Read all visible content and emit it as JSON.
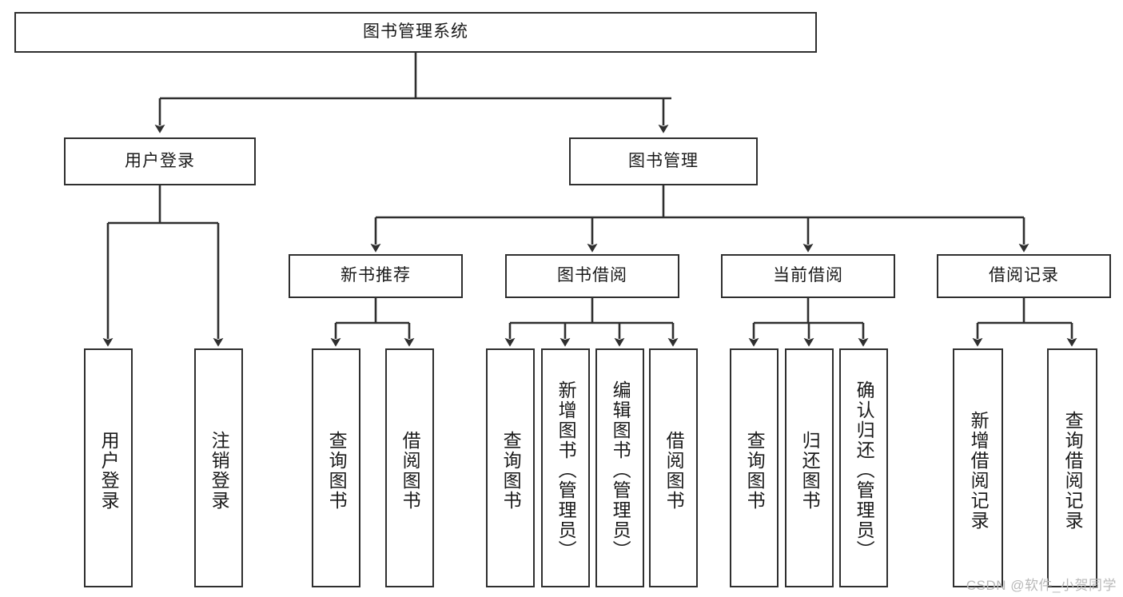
{
  "diagram": {
    "title": "图书管理系统",
    "type": "tree-hierarchy-diagram",
    "root": {
      "id": "root",
      "label": "图书管理系统"
    },
    "level2": [
      {
        "id": "user-login",
        "label": "用户登录"
      },
      {
        "id": "book-manage",
        "label": "图书管理"
      }
    ],
    "level3": [
      {
        "id": "new-book-recommend",
        "label": "新书推荐",
        "parent": "book-manage"
      },
      {
        "id": "book-borrow",
        "label": "图书借阅",
        "parent": "book-manage"
      },
      {
        "id": "current-borrow",
        "label": "当前借阅",
        "parent": "book-manage"
      },
      {
        "id": "borrow-record",
        "label": "借阅记录",
        "parent": "book-manage"
      }
    ],
    "leaves": [
      {
        "id": "leaf-user-login",
        "label": "用户登录",
        "parent": "user-login"
      },
      {
        "id": "leaf-user-logout",
        "label": "注销登录",
        "parent": "user-login"
      },
      {
        "id": "leaf-query-book-1",
        "label": "查询图书",
        "parent": "new-book-recommend"
      },
      {
        "id": "leaf-borrow-book-1",
        "label": "借阅图书",
        "parent": "new-book-recommend"
      },
      {
        "id": "leaf-query-book-2",
        "label": "查询图书",
        "parent": "book-borrow"
      },
      {
        "id": "leaf-add-book",
        "label": "新增图书（管理员）",
        "parent": "book-borrow"
      },
      {
        "id": "leaf-edit-book",
        "label": "编辑图书（管理员）",
        "parent": "book-borrow"
      },
      {
        "id": "leaf-borrow-book-2",
        "label": "借阅图书",
        "parent": "book-borrow"
      },
      {
        "id": "leaf-query-book-3",
        "label": "查询图书",
        "parent": "current-borrow"
      },
      {
        "id": "leaf-return-book",
        "label": "归还图书",
        "parent": "current-borrow"
      },
      {
        "id": "leaf-confirm-return",
        "label": "确认归还（管理员）",
        "parent": "current-borrow"
      },
      {
        "id": "leaf-add-record",
        "label": "新增借阅记录",
        "parent": "borrow-record"
      },
      {
        "id": "leaf-query-record",
        "label": "查询借阅记录",
        "parent": "borrow-record"
      }
    ],
    "colors": {
      "stroke": "#2f2f2f",
      "fill": "#ffffff",
      "text": "#1a1a1a",
      "watermark": "#b9b9b9"
    }
  },
  "watermark": {
    "text": "CSDN @软件_小贺同学"
  }
}
